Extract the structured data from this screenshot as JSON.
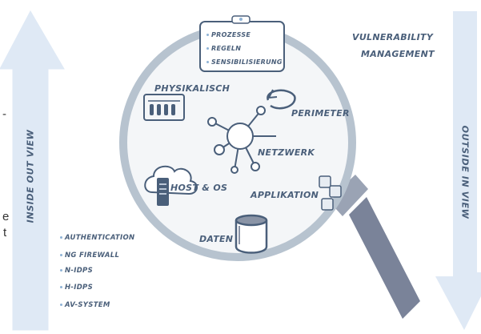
{
  "vulnerability_management": {
    "line1": "VULNERABILITY",
    "line2": "MANAGEMENT"
  },
  "inside_out_label": "INSIDE OUT VIEW",
  "outside_in_label": "OUTSIDE IN VIEW",
  "process_list": [
    "PROZESSE",
    "REGELN",
    "SENSIBILISIERUNG"
  ],
  "circle_labels": {
    "physical": "PHYSIKALISCH",
    "perimeter": "PERIMETER",
    "network": "NETZWERK",
    "host": "HOST & OS",
    "application": "APPLIKATION",
    "data": "DATEN"
  },
  "tool_list": [
    "AUTHENTICATION",
    "NG FIREWALL",
    "N-IDPS",
    "H-IDPS",
    "AV-SYSTEM"
  ],
  "cut_text": {
    "a": "-",
    "b": "e",
    "c": "t"
  },
  "colors": {
    "arrow_fill": "#dfe9f5",
    "lens_ring": "#b7c3cf",
    "lens_fill": "#f4f6f8",
    "handle": "#7a8399",
    "ink": "#4a5f7a",
    "accent": "#8fb3d6"
  }
}
